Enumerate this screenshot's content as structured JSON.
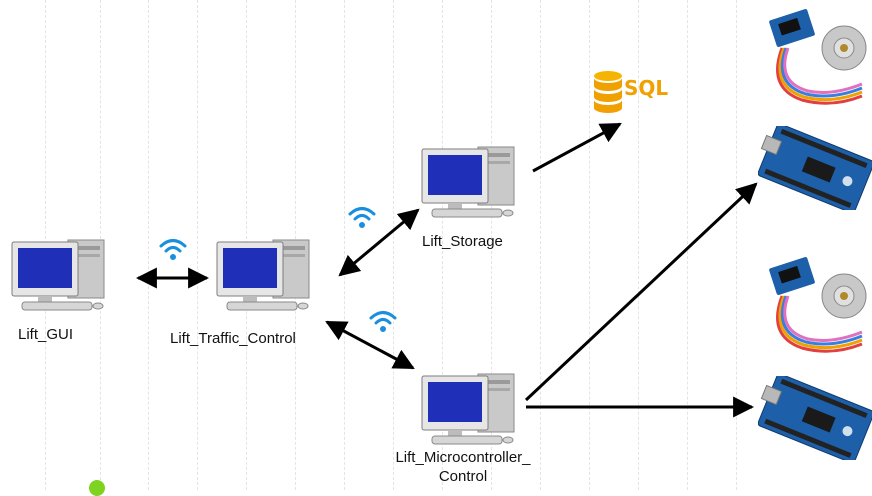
{
  "nodes": {
    "gui": {
      "label": "Lift_GUI"
    },
    "traffic": {
      "label": "Lift_Traffic_Control"
    },
    "storage": {
      "label": "Lift_Storage"
    },
    "micro": {
      "label_line1": "Lift_Microcontroller_",
      "label_line2": "Control"
    }
  },
  "database": {
    "label": "SQL"
  },
  "icons": {
    "computer": "desktop-computer-icon",
    "wifi": "wifi-icon",
    "database": "database-icon",
    "stepper": "stepper-motor-icon",
    "board": "arduino-board-icon"
  },
  "colors": {
    "screen": "#1f2fb8",
    "db": "#f0a000",
    "wifi": "#1a8fe0",
    "arrow": "#000000",
    "board": "#1d5fa8",
    "dot": "#7ed321"
  }
}
